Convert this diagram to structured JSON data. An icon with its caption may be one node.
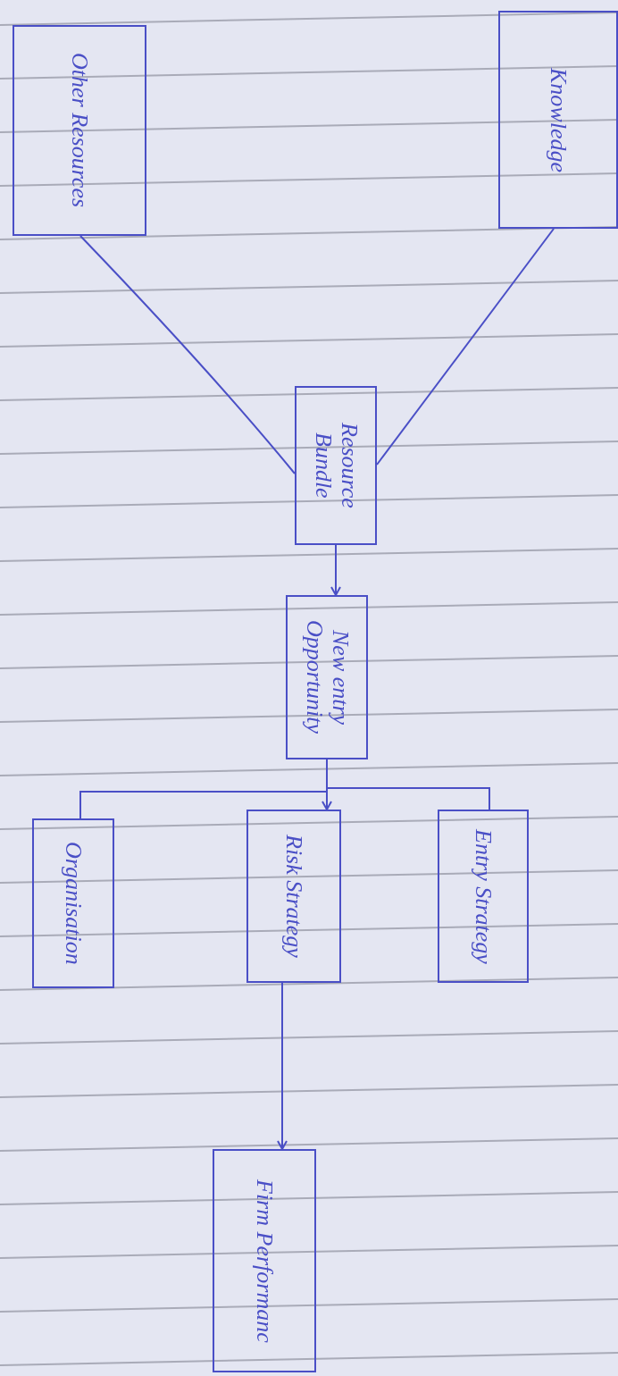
{
  "diagram": {
    "nodes": [
      {
        "text": [
          "Other Resources"
        ]
      },
      {
        "text": [
          "Knowledge"
        ]
      },
      {
        "text": [
          "Resource Bundle"
        ]
      },
      {
        "text": [
          "New entry Opportunity"
        ]
      },
      {
        "text": [
          "Organisation"
        ]
      },
      {
        "text": [
          "Risk Strategy"
        ]
      },
      {
        "text": [
          "Entry Strategy"
        ]
      },
      {
        "text": [
          "Firm Performanc"
        ]
      }
    ],
    "edges": [
      {
        "from": 0,
        "to": 2,
        "arrow": "none"
      },
      {
        "from": 1,
        "to": 2,
        "arrow": "none"
      },
      {
        "from": 2,
        "to": 3,
        "arrow": "to"
      },
      {
        "from": 3,
        "to": 4,
        "arrow": "none"
      },
      {
        "from": 3,
        "to": 5,
        "arrow": "to"
      },
      {
        "from": 3,
        "to": 6,
        "arrow": "none"
      },
      {
        "from": 5,
        "to": 7,
        "arrow": "to"
      }
    ]
  }
}
